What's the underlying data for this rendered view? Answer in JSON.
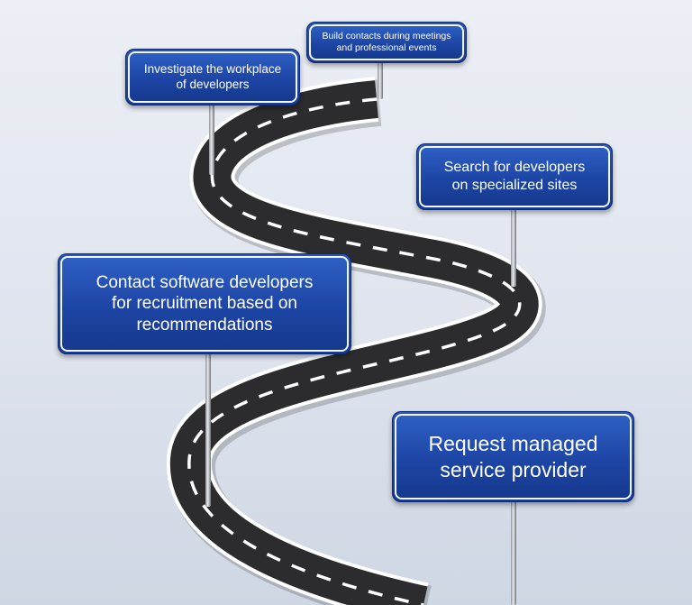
{
  "colors": {
    "sign_blue": "#1d45a4",
    "road_asphalt": "#2c2c2e",
    "road_edge": "#ffffff",
    "background": "#e3e8f0"
  },
  "signs": [
    {
      "id": "investigate",
      "text": "Investigate the workplace\nof developers"
    },
    {
      "id": "build-contacts",
      "text": "Build contacts during meetings\nand professional events"
    },
    {
      "id": "search",
      "text": "Search for developers\non specialized sites"
    },
    {
      "id": "contact",
      "text": "Contact software developers\nfor recruitment based on\nrecommendations"
    },
    {
      "id": "request",
      "text": "Request managed\nservice provider"
    }
  ]
}
